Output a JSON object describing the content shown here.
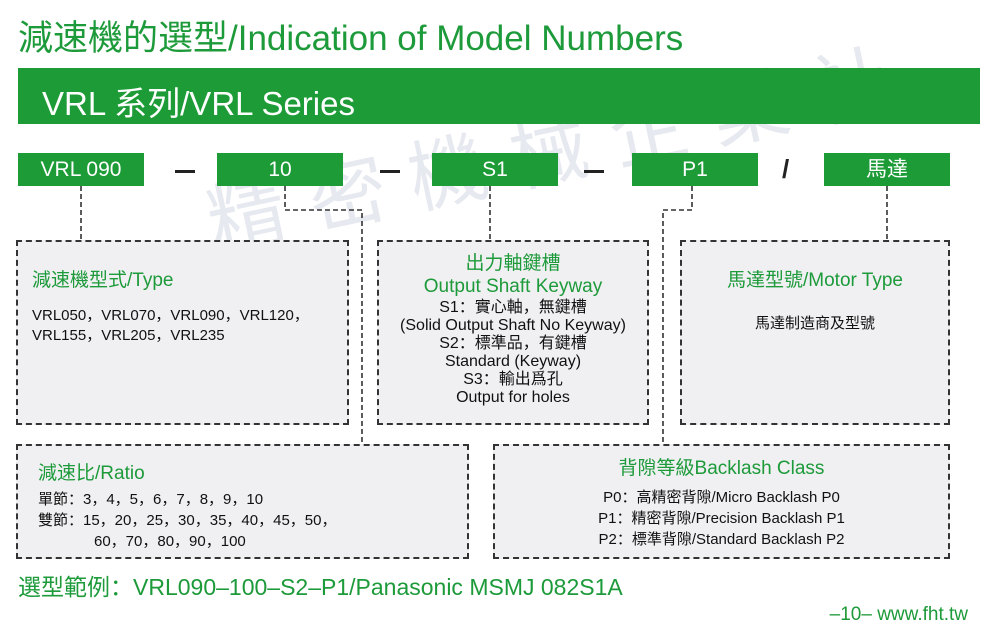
{
  "watermark": "精 密 機 械 企 業 社",
  "title": "減速機的選型/Indication of Model Numbers",
  "banner": "VRL  系列/VRL Series",
  "codes": {
    "model": "VRL 090",
    "ratio": "10",
    "shaft": "S1",
    "backlash": "P1",
    "separator_slash": "/",
    "motor": "馬達"
  },
  "type_box": {
    "heading": "減速機型式/Type",
    "line1": "VRL050，VRL070，VRL090，VRL120，",
    "line2": "VRL155，VRL205，VRL235"
  },
  "shaft_box": {
    "heading_cn": "出力軸鍵槽",
    "heading_en": "Output Shaft Keyway",
    "lines": [
      "S1：實心軸，無鍵槽",
      "(Solid Output Shaft No Keyway)",
      "S2：標準品，有鍵槽",
      "Standard (Keyway)",
      "S3：輸出爲孔",
      "Output for holes"
    ]
  },
  "motor_box": {
    "heading": "馬達型號/Motor Type",
    "text": "馬達制造商及型號"
  },
  "ratio_box": {
    "heading": "減速比/Ratio",
    "line1": "單節：3，4，5，6，7，8，9，10",
    "line2": "雙節：15，20，25，30，35，40，45，50，",
    "line3": "60，70，80，90，100"
  },
  "backlash_box": {
    "heading": "背隙等級Backlash Class",
    "lines": [
      "P0：高精密背隙/Micro Backlash P0",
      "P1：精密背隙/Precision Backlash P1",
      "P2：標準背隙/Standard Backlash P2"
    ]
  },
  "example": "選型範例：VRL090–100–S2–P1/Panasonic MSMJ 082S1A",
  "page_footer": "–10–  www.fht.tw",
  "colors": {
    "green": "#1c9b36",
    "box_bg": "#f0f0f2"
  }
}
